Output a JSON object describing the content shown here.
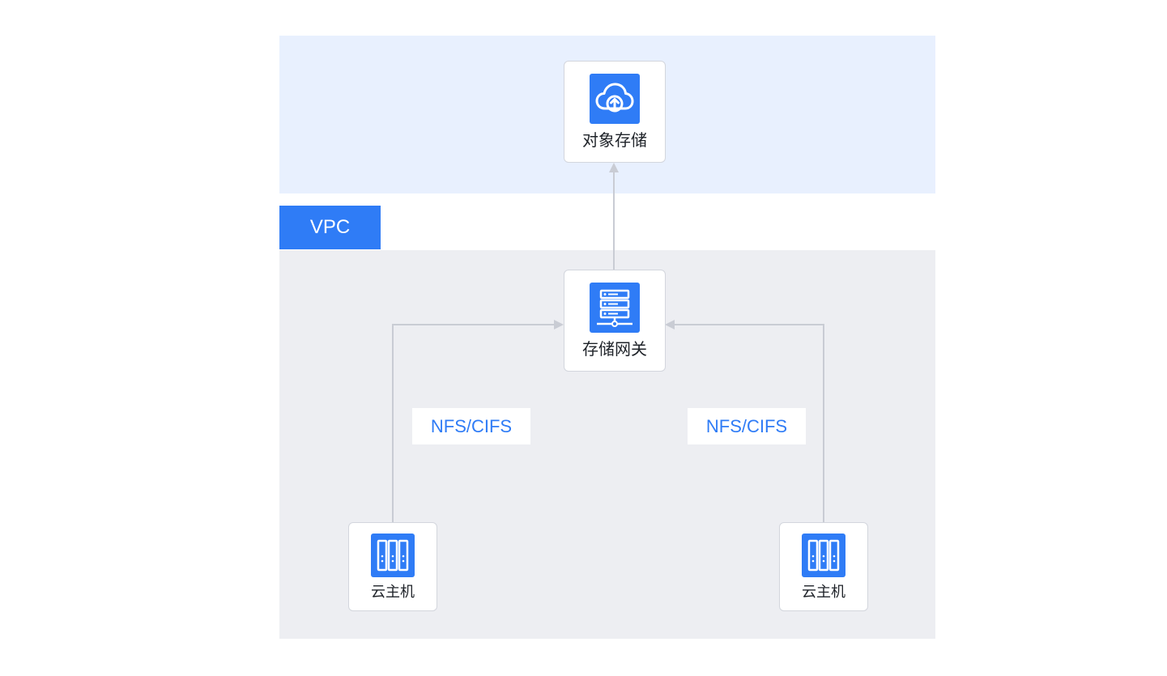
{
  "zones": {
    "vpc_label": "VPC"
  },
  "nodes": {
    "object_storage": {
      "label": "对象存储",
      "icon": "cloud-upload-icon"
    },
    "storage_gateway": {
      "label": "存储网关",
      "icon": "server-icon"
    },
    "cvm_left": {
      "label": "云主机",
      "icon": "host-icon"
    },
    "cvm_right": {
      "label": "云主机",
      "icon": "host-icon"
    }
  },
  "edges": {
    "left_protocol": "NFS/CIFS",
    "right_protocol": "NFS/CIFS"
  },
  "colors": {
    "accent": "#2f7cf6",
    "cloud_zone": "#e8f0fe",
    "vpc_zone": "#edeef2",
    "connector": "#c9ccd4"
  }
}
